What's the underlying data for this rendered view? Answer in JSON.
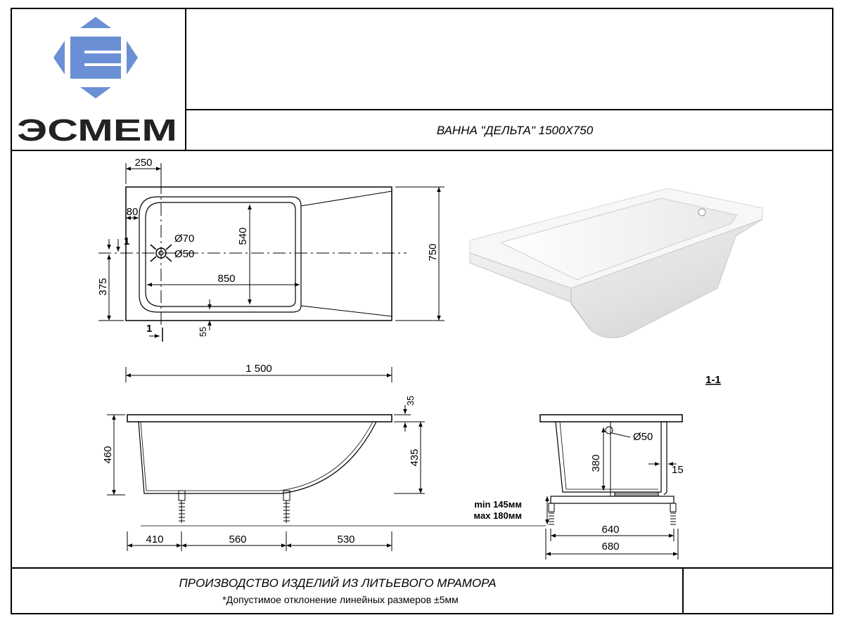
{
  "header": {
    "logo_text": "ЭСМЕМ",
    "title": "ВАННА \"ДЕЛЬТА\" 1500X750"
  },
  "colors": {
    "logo_blue": "#6a8fd4",
    "line": "#000000"
  },
  "plan_view": {
    "dims": {
      "top_offset": "250",
      "rim_80": "80",
      "inner_width": "540",
      "overall_width": "750",
      "drain_d70": "Ø70",
      "drain_d50": "Ø50",
      "inner_length": "850",
      "center_375": "375",
      "offset_1_left": "1",
      "offset_1_bottom": "1",
      "bottom_55": "55"
    }
  },
  "overall_length": "1 500",
  "section_label": "1-1",
  "side_view": {
    "dims": {
      "height_460": "460",
      "height_435": "435",
      "rim_35": "35",
      "leg_410": "410",
      "leg_560": "560",
      "leg_530": "530"
    }
  },
  "section_view": {
    "dims": {
      "overflow_d50": "Ø50",
      "depth_380": "380",
      "wall_15": "15",
      "min_height": "min 145мм",
      "max_height": "мах 180мм",
      "frame_640": "640",
      "frame_680": "680"
    }
  },
  "footer": {
    "line1": "ПРОИЗВОДСТВО ИЗДЕЛИЙ ИЗ ЛИТЬЕВОГО МРАМОРА",
    "line2": "*Допустимое отклонение линейных размеров ±5мм"
  }
}
